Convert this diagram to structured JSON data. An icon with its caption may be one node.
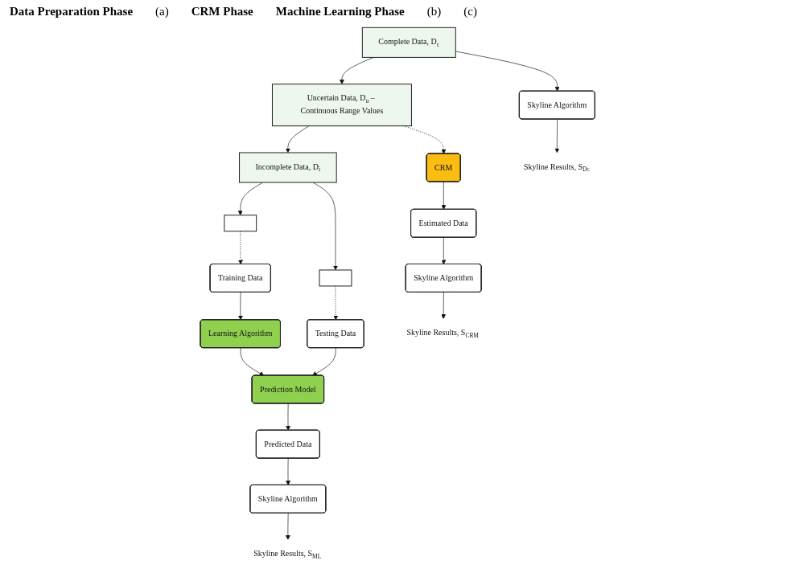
{
  "diagram": {
    "nodes": [
      {
        "text": [
          "Complete Data, D$_{c}$"
        ]
      },
      {
        "text": [
          "Uncertain Data, D$_{u}$ – Continuous Range Values"
        ]
      },
      {
        "text": [
          "Incomplete Data, D$_{i}$"
        ]
      },
      {
        "text": [],
        "shape": "box"
      },
      {
        "text": [],
        "shape": "box"
      },
      {
        "text": [
          "Skyline Algorithm"
        ]
      },
      {
        "text": [
          "Skyline Results, S$_{Dc}$"
        ]
      },
      {
        "text": [
          "CRM"
        ]
      },
      {
        "text": [
          "Estimated Data"
        ]
      },
      {
        "text": [
          "Skyline Algorithm"
        ]
      },
      {
        "text": [
          "Skyline Results, S$_{CRM}$"
        ]
      },
      {
        "text": [
          "Training Data"
        ]
      },
      {
        "text": [
          "Learning Algorithm"
        ]
      },
      {
        "text": [
          "Testing Data"
        ]
      },
      {
        "text": [
          "Prediction Model"
        ]
      },
      {
        "text": [
          "Predicted Data"
        ]
      },
      {
        "text": [
          "Skyline Algorithm"
        ]
      },
      {
        "text": [
          "Skyline Results, S$_{ML}$"
        ]
      }
    ],
    "edges": [
      {
        "from": 0,
        "to": 1,
        "arrow": "to"
      },
      {
        "from": 1,
        "to": 2,
        "arrow": "to"
      },
      {
        "from": 2,
        "to": 3,
        "arrow": "to"
      },
      {
        "from": 2,
        "to": 4,
        "arrow": "to"
      },
      {
        "from": 0,
        "to": 5,
        "arrow": "to"
      },
      {
        "from": 5,
        "to": 6,
        "arrow": "to"
      },
      {
        "from": 1,
        "to": 7,
        "arrow": "to",
        "style": "dashed"
      },
      {
        "from": 3,
        "to": 11,
        "arrow": "to",
        "style": "dashed"
      },
      {
        "from": 4,
        "to": 13,
        "arrow": "to",
        "style": "dashed"
      },
      {
        "from": 7,
        "to": 8,
        "arrow": "to"
      },
      {
        "from": 8,
        "to": 9,
        "arrow": "to"
      },
      {
        "from": 9,
        "to": 10,
        "arrow": "to"
      },
      {
        "from": 11,
        "to": 12,
        "arrow": "to"
      },
      {
        "from": 12,
        "to": 14,
        "arrow": "to"
      },
      {
        "from": 13,
        "to": 14,
        "arrow": "to"
      },
      {
        "from": 14,
        "to": 15,
        "arrow": "to"
      },
      {
        "from": 15,
        "to": 16,
        "arrow": "to"
      },
      {
        "from": 16,
        "to": 17,
        "arrow": "to"
      }
    ],
    "labels": [
      "Data Preparation Phase",
      "(a)",
      "CRM Phase",
      "Machine Learning Phase",
      "(b)",
      "(c)"
    ]
  }
}
